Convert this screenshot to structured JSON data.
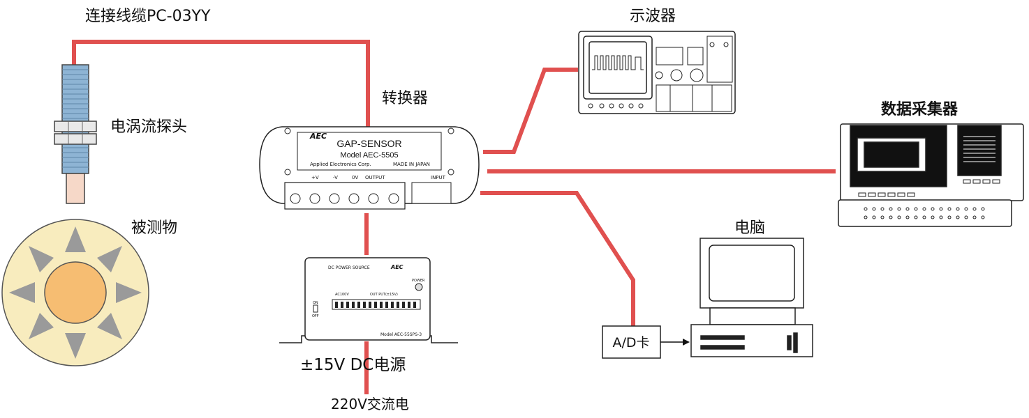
{
  "labels": {
    "cable": "连接线缆PC-03YY",
    "probe": "电涡流探头",
    "target": "被测物",
    "converter": "转换器",
    "oscilloscope": "示波器",
    "data_acquisition": "数据采集器",
    "computer": "电脑",
    "power_supply": "±15V DC电源",
    "mains": "220V交流电",
    "adc_card": "A/D卡"
  },
  "converter_panel": {
    "logo": "AEC",
    "title": "GAP-SENSOR",
    "model": "Model AEC-5505",
    "maker": "Applied Electronics Corp.",
    "origin": "MADE IN JAPAN",
    "term_plus": "+V",
    "term_minus": "-V",
    "term_zero": "0V",
    "term_output": "OUTPUT",
    "term_input": "INPUT"
  },
  "power_panel": {
    "header": "DC POWER SOURCE",
    "logo": "AEC",
    "power_led": "POWER",
    "ac_group": "AC100V",
    "out_group": "OUT PUT(±15V)",
    "switch_on": "ON",
    "switch_off": "OFF",
    "model": "Model AEC-55SPS-3"
  },
  "colors": {
    "wire": "#e0504f",
    "probe_body": "#8eb4d4",
    "probe_tip": "#f6d8c8",
    "target_ring": "#f8ecbe",
    "target_core": "#f6bd72",
    "target_teeth": "#9a9a9a"
  }
}
